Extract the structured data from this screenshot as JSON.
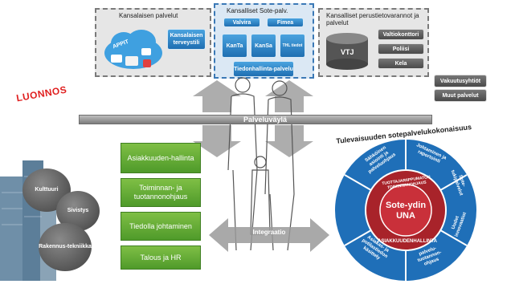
{
  "watermark": "LUONNOS",
  "top": {
    "citizen": {
      "title": "Kansalaisen palvelut",
      "app_label": "APPIT",
      "health_label": "Kansalaisen terveystili"
    },
    "national": {
      "title": "Kansalliset Sote-palv.",
      "buttons": [
        "Valvira",
        "Fimea",
        "KanTa",
        "KanSa",
        "THL tiedot",
        "Tiedonhallinta-palvelu"
      ]
    },
    "basic": {
      "title": "Kansalliset perustietovarannot ja palvelut",
      "vtj": "VTJ",
      "items": [
        "Valtiokonttori",
        "Poliisi",
        "Kela"
      ]
    }
  },
  "right_boxes": [
    "Vakuutusyhtiöt",
    "Muut palvelut"
  ],
  "bus": "Palveluväylä",
  "integration": "Integraatio",
  "green_boxes": [
    "Asiakkuuden-hallinta",
    "Toiminnan- ja tuotannonohjaus",
    "Tiedolla johtaminen",
    "Talous ja HR"
  ],
  "balls": [
    "Kulttuuri",
    "Sivistys",
    "Rakennus-tekniikka"
  ],
  "circle": {
    "title": "Tulevaisuuden sotepalvelukokonaisuus",
    "core_line1": "Sote-ydin",
    "core_line2": "UNA",
    "ring_top": "TUOTTAJARIIPPUMATON TOIMINNANOHJAUS",
    "ring_bottom": "ASIAKKUUDENHALLINTA",
    "segments": [
      "Sähköinen asiointi ja palveluohjaus",
      "Johtaminen ja raportointi",
      "Sote-tukipalvelut",
      "Uudet innovaatiot",
      "palvelu-tuotannon-ohjaus",
      "Asiakas- ja potilastiedon käsittely"
    ]
  },
  "colors": {
    "accent_blue": "#2a7fc0",
    "green": "#5aa532",
    "circle_blue": "#1f6fb8",
    "core_red": "#a8232a",
    "watermark_red": "#e02020"
  }
}
